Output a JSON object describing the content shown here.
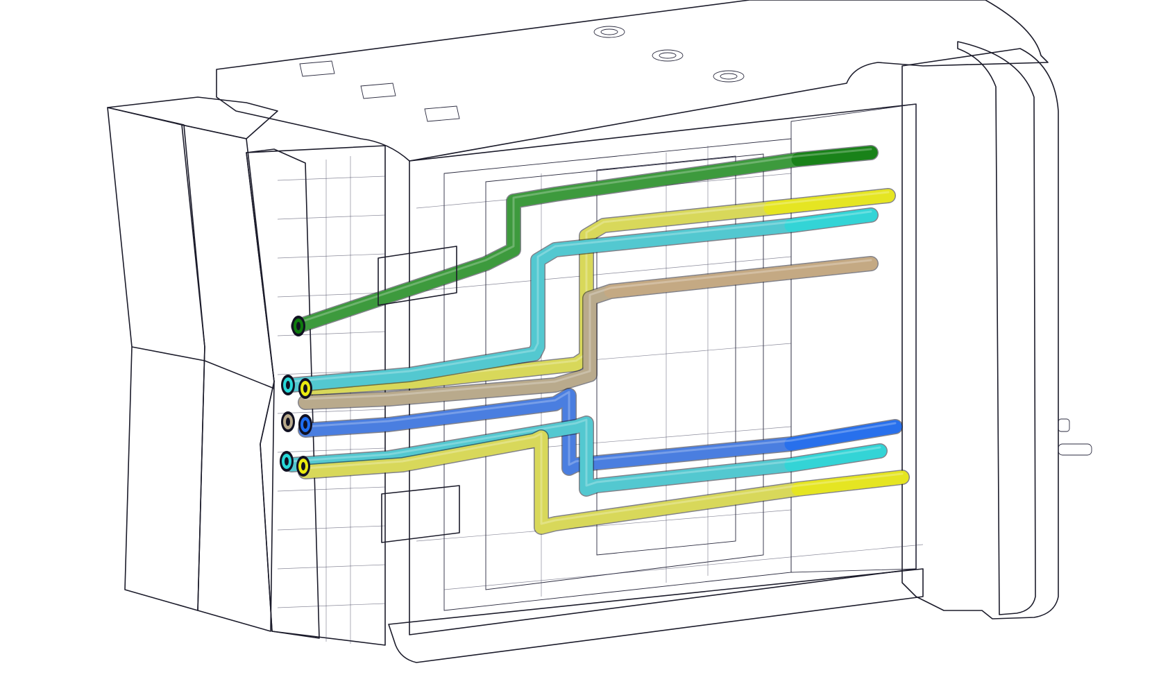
{
  "view": {
    "background": "#ffffff"
  },
  "colors": {
    "housing_top": "#b3b3dc",
    "housing_light": "#bcbce4",
    "housing_mid": "#a2a2cc",
    "housing_dark": "#7c7ca4",
    "interior_glass": "#8f8fb8",
    "back_wall": "#9696c0",
    "flange_fill": "#cbcbe9",
    "seal_red": "#d79aa6",
    "seal_red_dark": "#b8737f",
    "edge": "#1b1b2a"
  },
  "cables": [
    {
      "name": "green-cable",
      "color": "#3d9a3d",
      "tip_color": "#0e7a0e"
    },
    {
      "name": "yellow-cable-top",
      "color": "#d8d85a",
      "tip_color": "#eaea10"
    },
    {
      "name": "cyan-cable-top",
      "color": "#53c8d0",
      "tip_color": "#28d8d8"
    },
    {
      "name": "tan-cable",
      "color": "#b9aa8c",
      "tip_color": "#c8a880"
    },
    {
      "name": "blue-cable",
      "color": "#4a7ee0",
      "tip_color": "#1e6cf0"
    },
    {
      "name": "cyan-cable-bottom",
      "color": "#53c8d0",
      "tip_color": "#28d8d8"
    },
    {
      "name": "yellow-cable-bottom",
      "color": "#d8d85a",
      "tip_color": "#eaea10"
    }
  ]
}
